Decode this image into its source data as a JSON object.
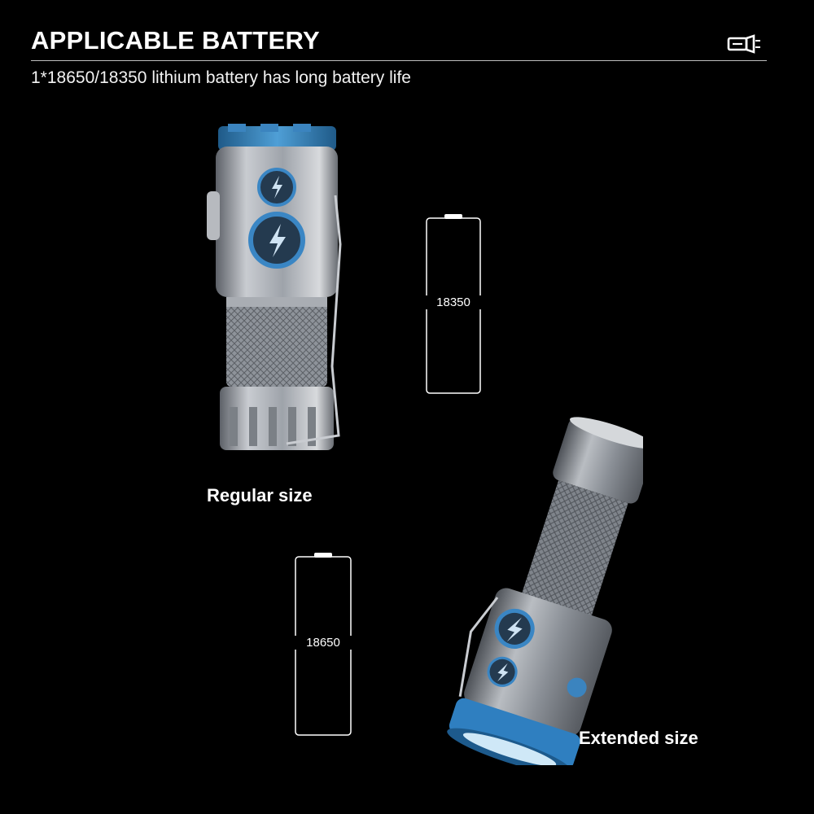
{
  "header": {
    "title": "APPLICABLE BATTERY",
    "subtitle": "1*18650/18350 lithium battery has long battery life",
    "icon": "flashlight-icon"
  },
  "batteries": [
    {
      "label": "18350",
      "icon": "battery-18350-icon"
    },
    {
      "label": "18650",
      "icon": "battery-18650-icon"
    }
  ],
  "products": [
    {
      "caption": "Regular size",
      "image": "flashlight-regular-image"
    },
    {
      "caption": "Extended size",
      "image": "flashlight-extended-image"
    }
  ],
  "colors": {
    "background": "#000000",
    "text": "#ffffff",
    "accent_blue": "#2f7fc0",
    "metal": "#9a9fa6"
  }
}
